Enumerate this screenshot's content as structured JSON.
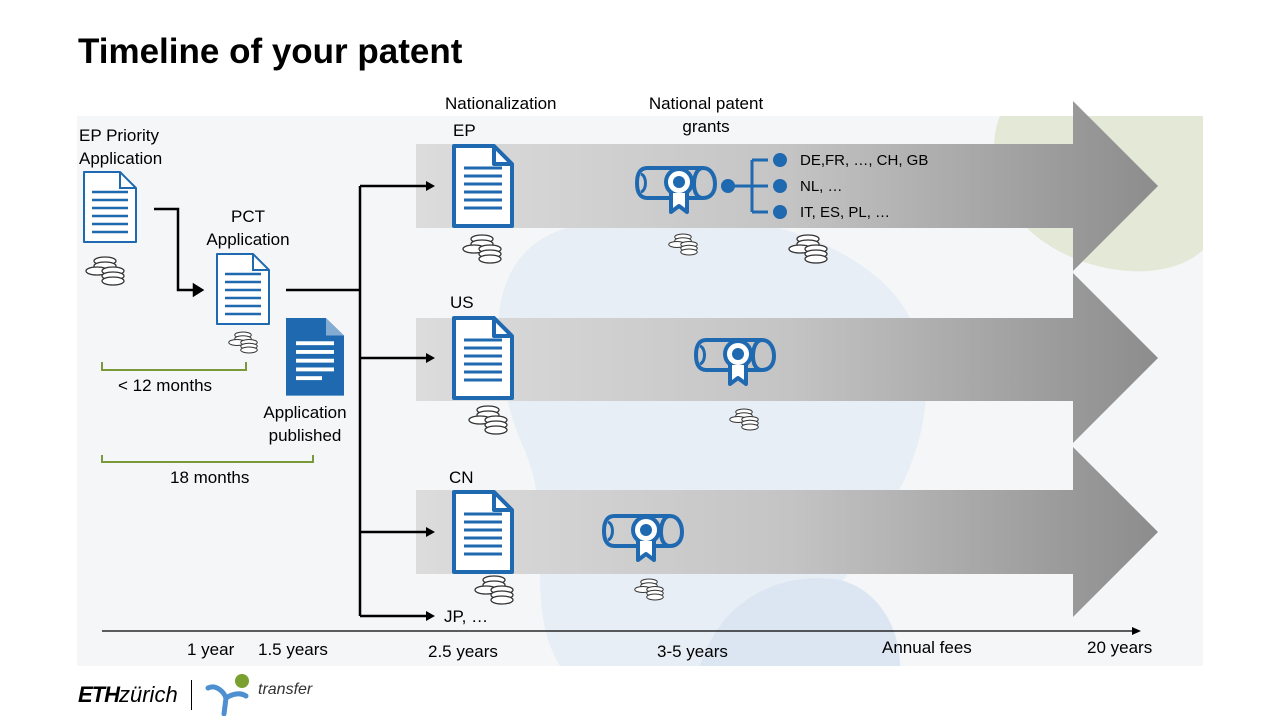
{
  "title": "Timeline of your patent",
  "labels": {
    "ep_priority": "EP Priority\nApplication",
    "pct": "PCT\nApplication",
    "published": "Application\npublished",
    "months12": "< 12 months",
    "months18": "18 months",
    "nationalization": "Nationalization",
    "national_grants": "National patent\ngrants",
    "annual_fees": "Annual fees"
  },
  "lanes": [
    {
      "name": "EP",
      "countries": [
        "DE,FR, …, CH, GB",
        "NL, …",
        "IT, ES, PL, …"
      ]
    },
    {
      "name": "US"
    },
    {
      "name": "CN"
    }
  ],
  "extra_lane": "JP, …",
  "timeline": [
    "1 year",
    "1.5 years",
    "2.5 years",
    "3-5 years",
    "20 years"
  ],
  "colors": {
    "icon_blue": "#1f69b0",
    "bracket_green": "#7a9a3a",
    "logo_blue": "#4d8fd1",
    "logo_green": "#7aa030"
  },
  "logo": {
    "eth_bold": "ETH",
    "eth_rest": "zürich",
    "transfer": "transfer"
  }
}
